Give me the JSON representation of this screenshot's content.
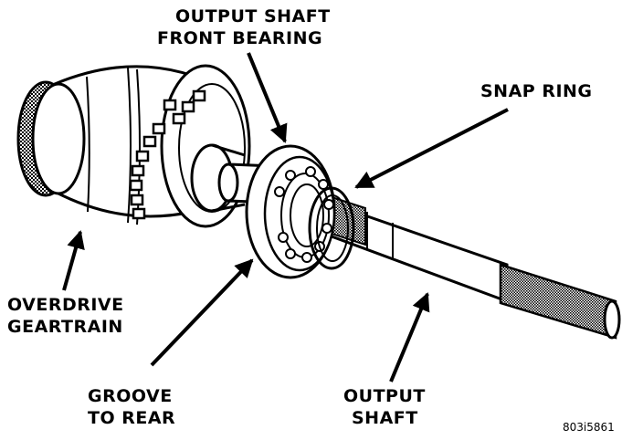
{
  "labels": {
    "bearing_line1": "OUTPUT SHAFT",
    "bearing_line2": "FRONT BEARING",
    "snap_ring": "SNAP RING",
    "overdrive_line1": "OVERDRIVE",
    "overdrive_line2": "GEARTRAIN",
    "groove_line1": "GROOVE",
    "groove_line2": "TO REAR",
    "shaft_line1": "OUTPUT",
    "shaft_line2": "SHAFT"
  },
  "figure_code": "803i5861"
}
